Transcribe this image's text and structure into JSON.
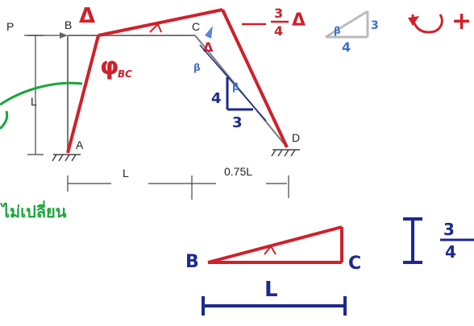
{
  "frame_labels": {
    "load": "P",
    "node_a": "A",
    "node_b": "B",
    "node_c": "C",
    "node_d": "D",
    "height_dim": "L",
    "span_ab_c": "L",
    "span_c_d": "0.75L"
  },
  "annotations": {
    "delta_b": "Δ",
    "phi_bc": "φ",
    "phi_bc_sub": "BC",
    "delta_c": "Δ",
    "delta_cd_num": "3",
    "delta_cd_den": "4",
    "delta_cd_sym": "Δ",
    "slope_vertical": "4",
    "slope_horizontal": "3",
    "small_tri_left": "4",
    "small_tri_right": "3",
    "small_tri_corner": "β",
    "sign_plus": "+",
    "bc_left": "B",
    "bc_right": "C",
    "bc_span": "L",
    "right_fraction_num": "3",
    "right_fraction_den": "4",
    "green_note": "ไม่เปลี่ยน"
  },
  "colors": {
    "frame": "#666666",
    "red_ink": "#d0202a",
    "blue_ink": "#1c2a8c",
    "green_ink": "#1aa53a",
    "light_blue_ink": "#3d6fd0"
  }
}
